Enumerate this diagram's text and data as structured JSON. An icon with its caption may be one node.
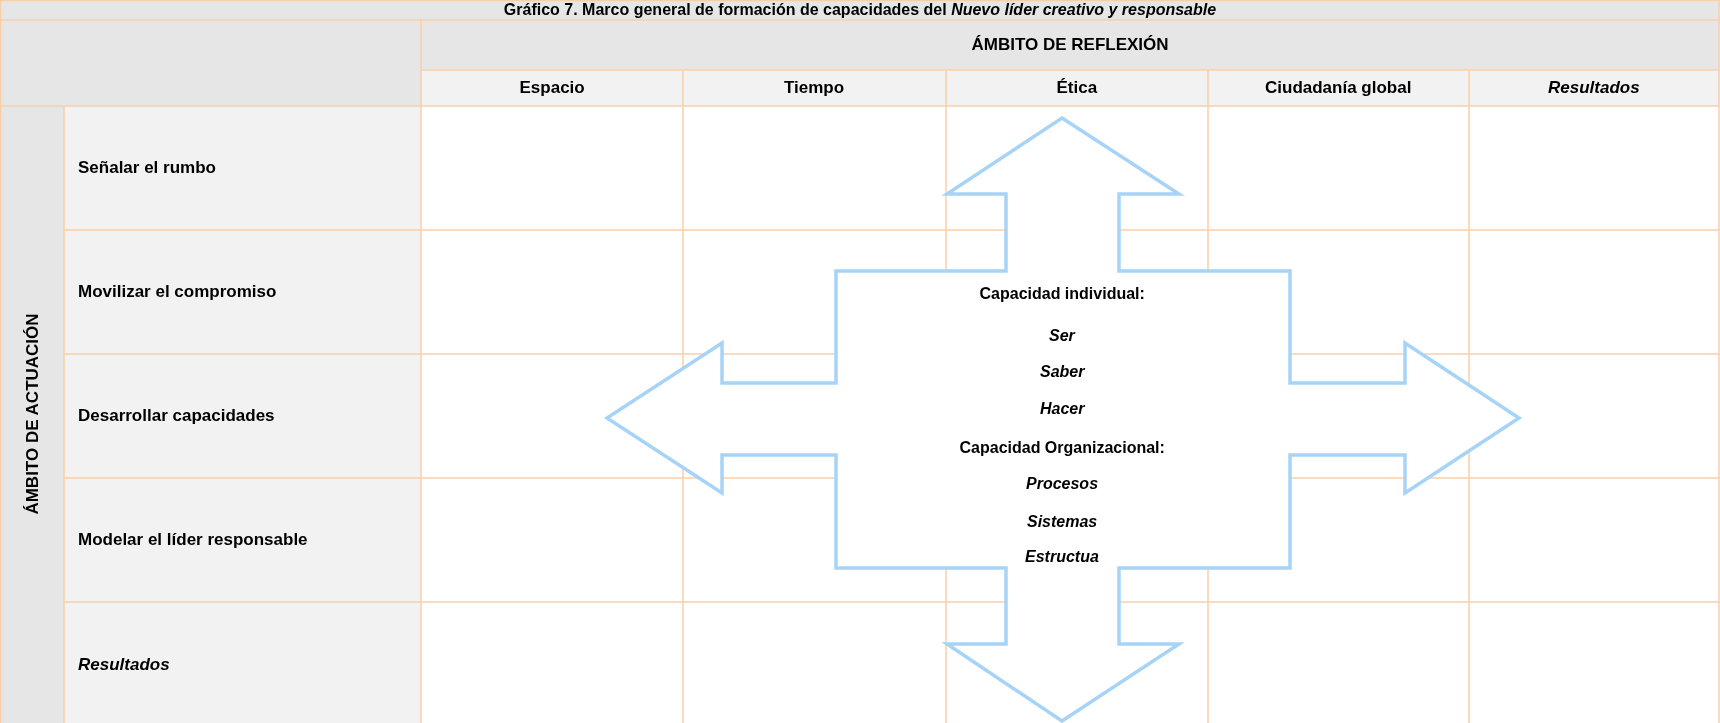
{
  "diagram": {
    "title": "Gráfico 7. Marco general de formación de capacidades del *Nuevo líder creativo y responsable*",
    "nodes": [
      {
        "text": [
          "Capacidad individual:",
          "Ser",
          "Saber",
          "Hacer",
          "Capacidad Organizacional:",
          "Procesos",
          "Sistemas",
          "Estructua"
        ]
      }
    ],
    "edges": [],
    "labels": [
      "ÁMBITO DE REFLEXIÓN",
      "Espacio",
      "Tiempo",
      "Ética",
      "Ciudadanía global",
      "Resultados",
      "ÁMBITO DE ACTUACIÓN",
      "Señalar el rumbo",
      "Movilizar el compromiso",
      "Desarrollar capacidades",
      "Modelar el líder responsable",
      "Resultados"
    ]
  }
}
